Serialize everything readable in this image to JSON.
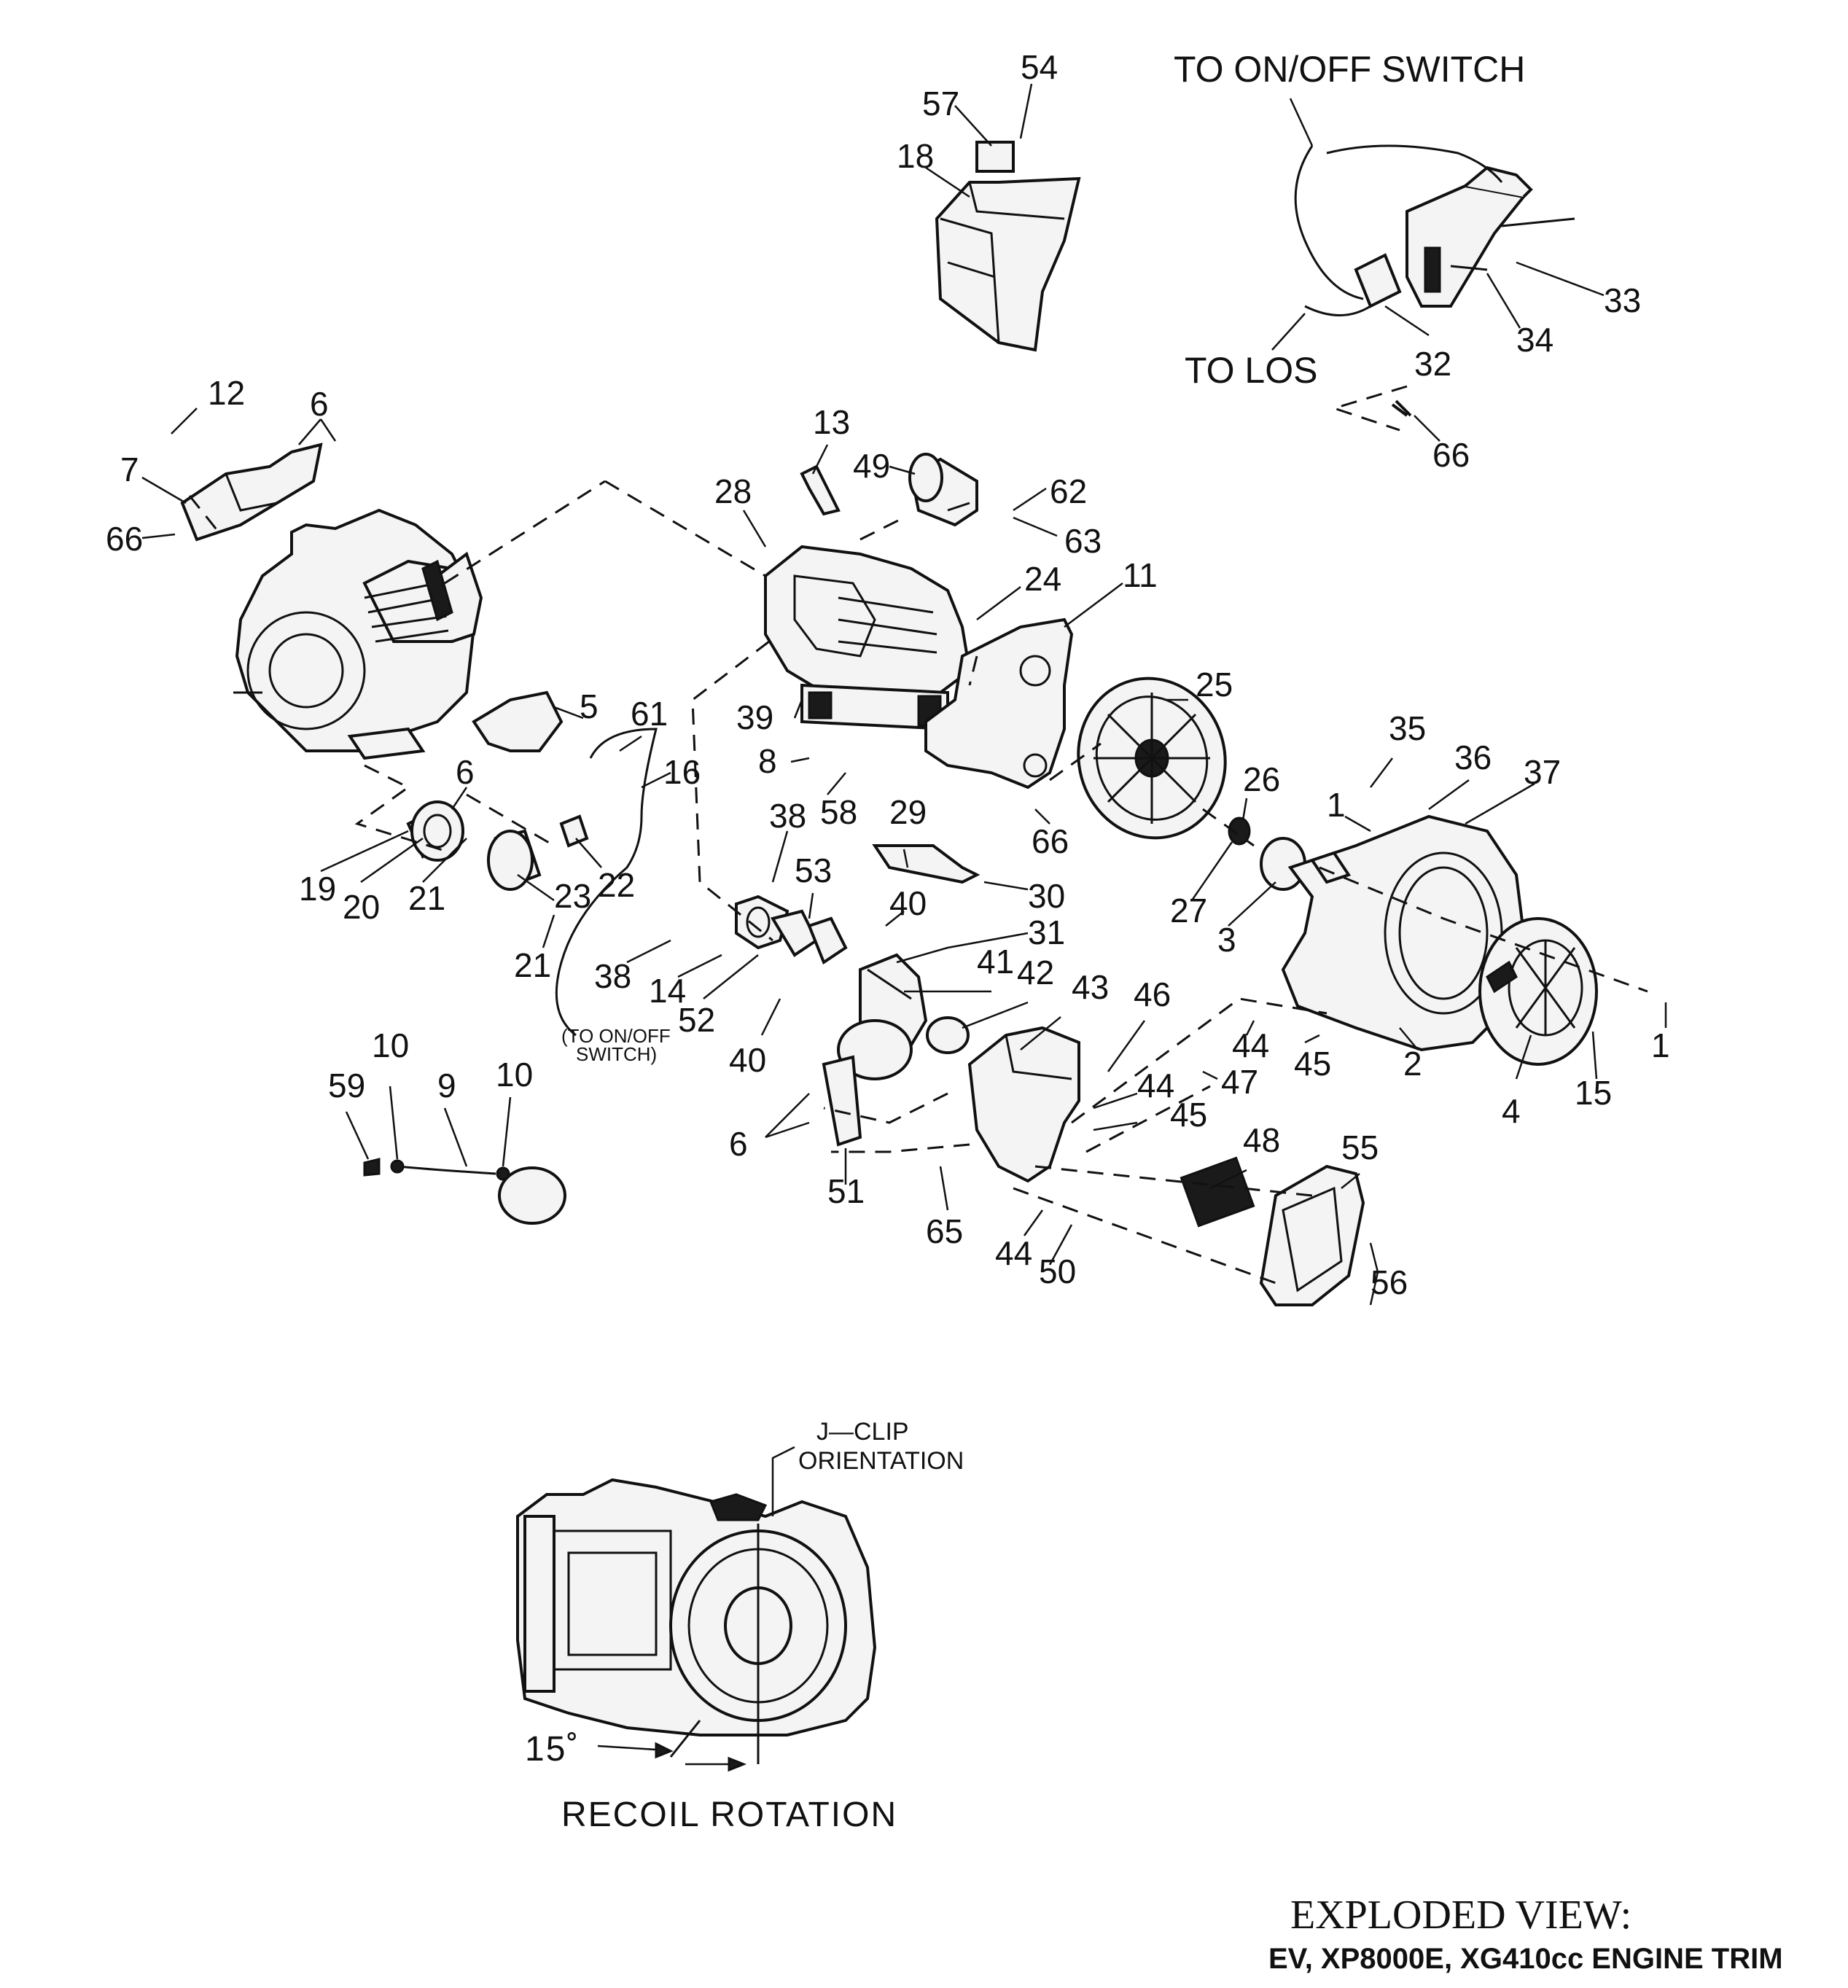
{
  "callouts": {
    "c54": "54",
    "c57": "57",
    "c18": "18",
    "c33": "33",
    "c34": "34",
    "c32": "32",
    "c66a": "66",
    "c12": "12",
    "c6a": "6",
    "c7": "7",
    "c66b": "66",
    "c13": "13",
    "c49": "49",
    "c62": "62",
    "c63": "63",
    "c28": "28",
    "c24": "24",
    "c11": "11",
    "c25": "25",
    "c39": "39",
    "c5": "5",
    "c61": "61",
    "c16": "16",
    "c6b": "6",
    "c8": "8",
    "c58": "58",
    "c66c": "66",
    "c35": "35",
    "c36": "36",
    "c37": "37",
    "c1a": "1",
    "c26": "26",
    "c27": "27",
    "c3": "3",
    "c38a": "38",
    "c29": "29",
    "c53": "53",
    "c30": "30",
    "c40a": "40",
    "c31": "31",
    "c19": "19",
    "c20": "20",
    "c21a": "21",
    "c23": "23",
    "c22": "22",
    "c21b": "21",
    "c38b": "38",
    "c14": "14",
    "c52": "52",
    "c40b": "40",
    "c41": "41",
    "c42": "42",
    "c43": "43",
    "c46": "46",
    "c44a": "44",
    "c45a": "45",
    "c2": "2",
    "c1b": "1",
    "c4": "4",
    "c15": "15",
    "c47": "47",
    "c44b": "44",
    "c45b": "45",
    "c10a": "10",
    "c59": "59",
    "c9": "9",
    "c10b": "10",
    "c6c": "6",
    "c51": "51",
    "c65": "65",
    "c48": "48",
    "c55": "55",
    "c44c": "44",
    "c50": "50",
    "c56": "56"
  },
  "notes": {
    "to_on_off_switch": "TO ON/OFF SWITCH",
    "to_los": "TO LOS",
    "to_on_off_switch_small_1": "(TO ON/OFF",
    "to_on_off_switch_small_2": "SWITCH)"
  },
  "inset": {
    "jclip_line1": "J—CLIP",
    "jclip_line2": "ORIENTATION",
    "angle": "15˚",
    "recoil": "RECOIL  ROTATION"
  },
  "title": {
    "line1": "EXPLODED VIEW:",
    "line2": "EV, XP8000E, XG410cc ENGINE TRIM"
  }
}
